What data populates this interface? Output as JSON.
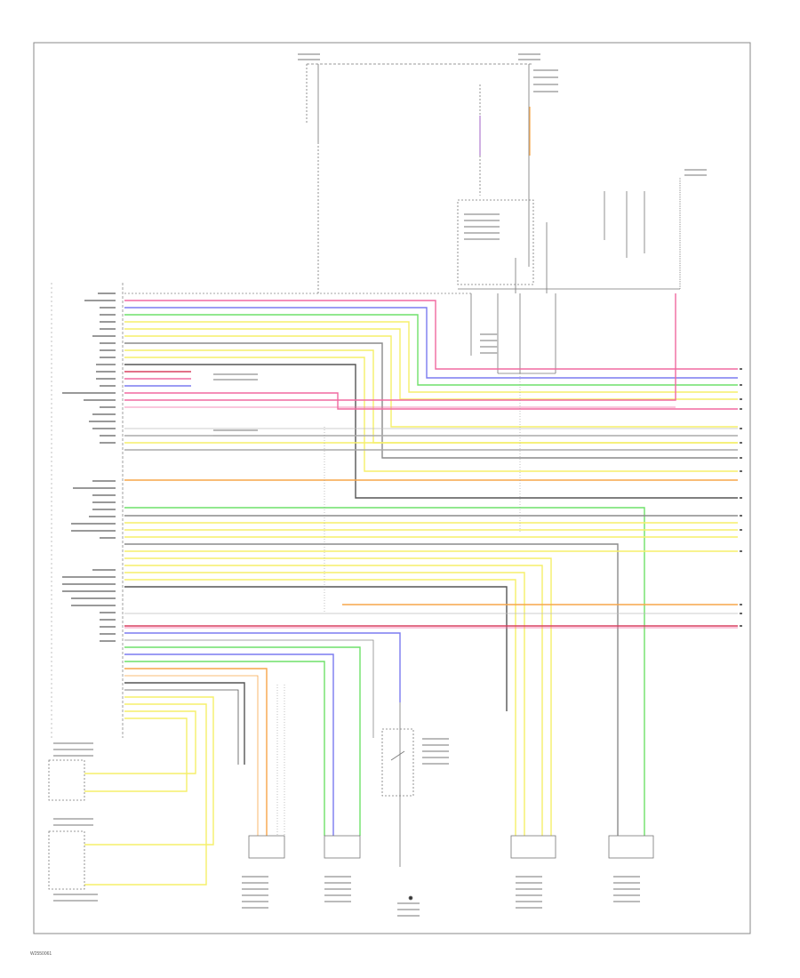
{
  "footer": {
    "code": "W2550061"
  },
  "wires": [
    {
      "name": "orange-vertical-rear",
      "color": "#f7a64a"
    },
    {
      "name": "pink-line",
      "color": "#f06aa0"
    },
    {
      "name": "yellow-line",
      "color": "#f5ef6a"
    },
    {
      "name": "green-line",
      "color": "#6fe06a"
    },
    {
      "name": "blue-line",
      "color": "#7b7bf0"
    },
    {
      "name": "gray-line",
      "color": "#8a8a8a"
    },
    {
      "name": "red-line",
      "color": "#d84060"
    },
    {
      "name": "black-line",
      "color": "#444444"
    }
  ]
}
